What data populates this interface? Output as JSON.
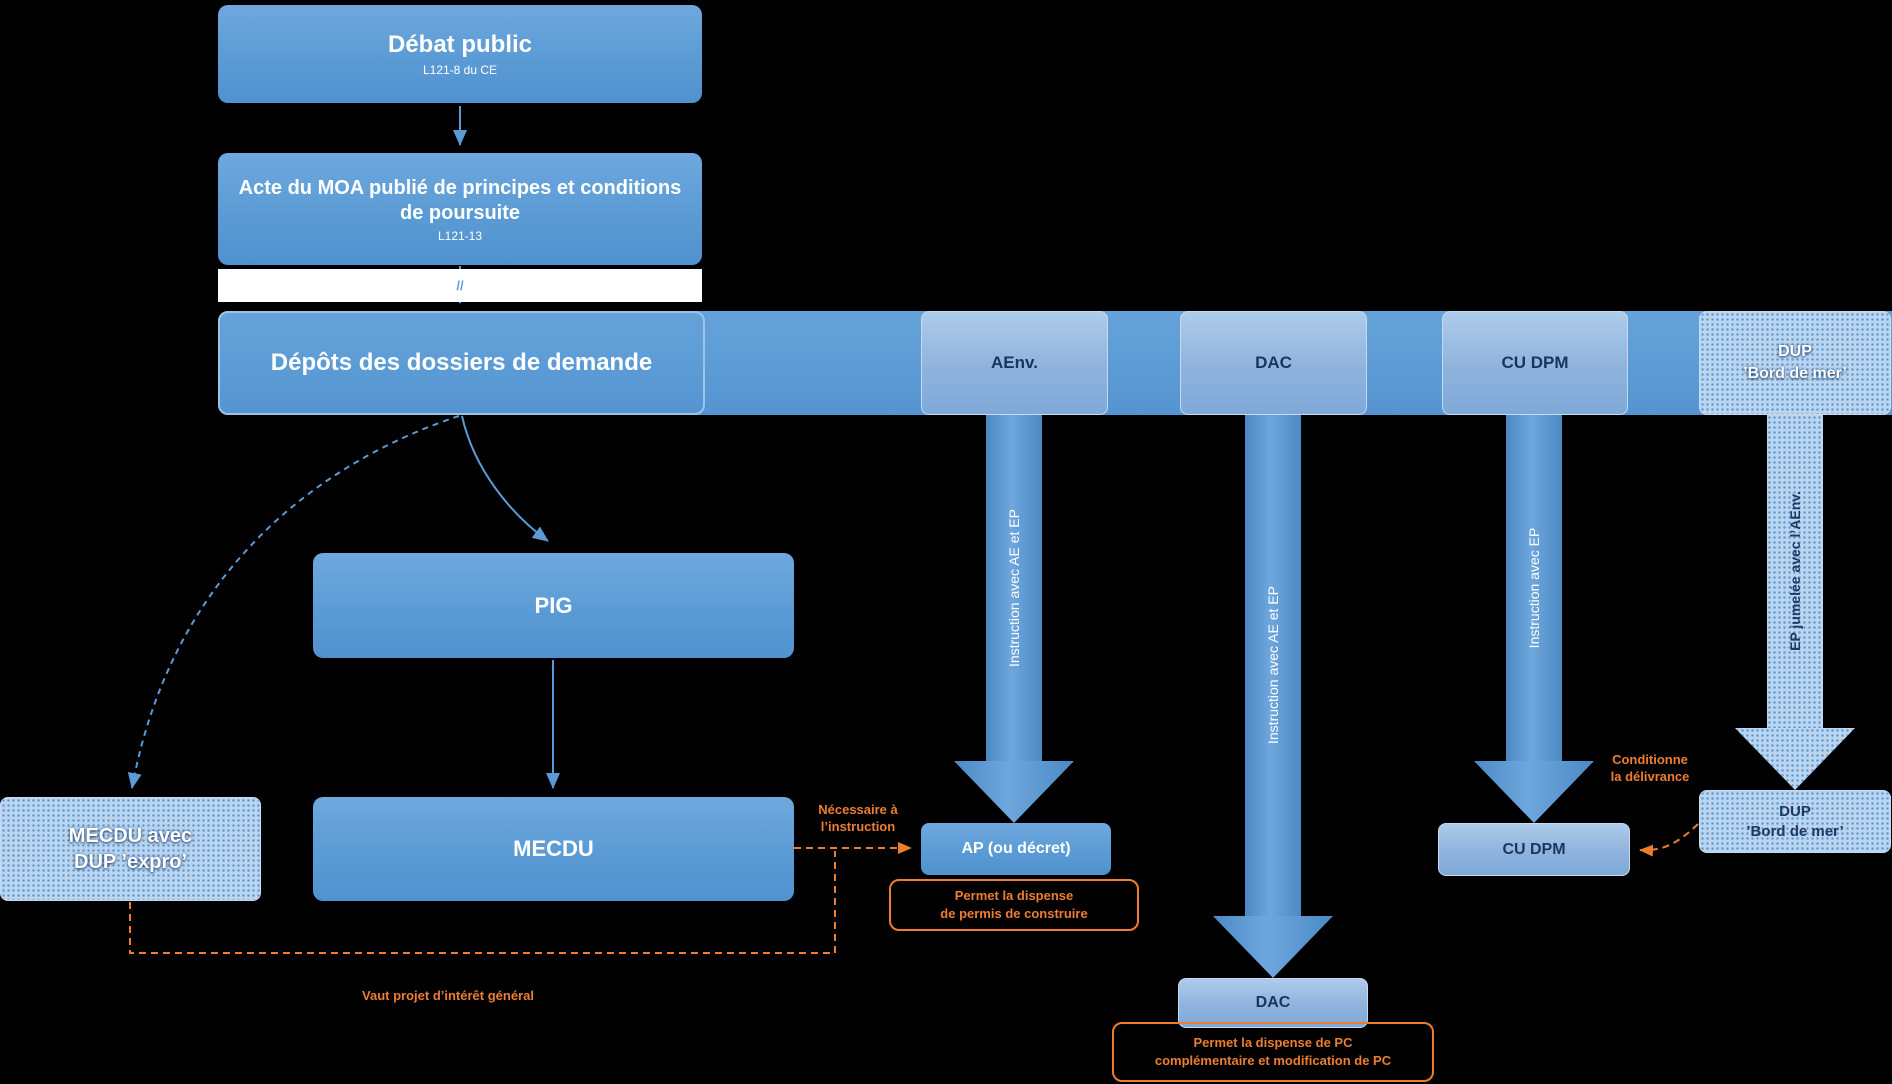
{
  "colors": {
    "accent_blue": "#5b9bd5",
    "accent_orange": "#ed7d31",
    "light_blue": "#9dc3e6",
    "navy_text": "#1f3864"
  },
  "top": {
    "debat_title": "Débat public",
    "debat_ref": "L121-8 du CE",
    "acte_title": "Acte du MOA publié de principes et conditions de poursuite",
    "acte_ref": "L121-13",
    "separator": "//"
  },
  "band": {
    "depots": "Dépôts des dossiers de demande",
    "aenv": "AEnv.",
    "dac": "DAC",
    "cudpm": "CU DPM",
    "dup_line1": "DUP",
    "dup_line2": "’Bord de mer’"
  },
  "left_flow": {
    "pig": "PIG",
    "mecdu": "MECDU",
    "mecdu_dup_line1": "MECDU avec",
    "mecdu_dup_line2": "DUP ’expro’"
  },
  "arrow_labels": {
    "aenv": "Instruction avec AE et EP",
    "dac": "Instruction avec AE et EP",
    "cudpm": "Instruction avec EP",
    "dup": "EP jumelée avec l’AEnv."
  },
  "outputs": {
    "ap": "AP (ou décret)",
    "dac": "DAC",
    "cudpm": "CU DPM",
    "dup_line1": "DUP",
    "dup_line2": "’Bord de mer’"
  },
  "annotations": {
    "necessaire_line1": "Nécessaire à",
    "necessaire_line2": "l’instruction",
    "permis_line1": "Permet la dispense",
    "permis_line2": "de permis de construire",
    "pc_line1": "Permet la dispense de PC",
    "pc_line2": "complémentaire et modification de PC",
    "vaut": "Vaut projet d’intérêt général",
    "conditionne_line1": "Conditionne",
    "conditionne_line2": "la délivrance"
  }
}
